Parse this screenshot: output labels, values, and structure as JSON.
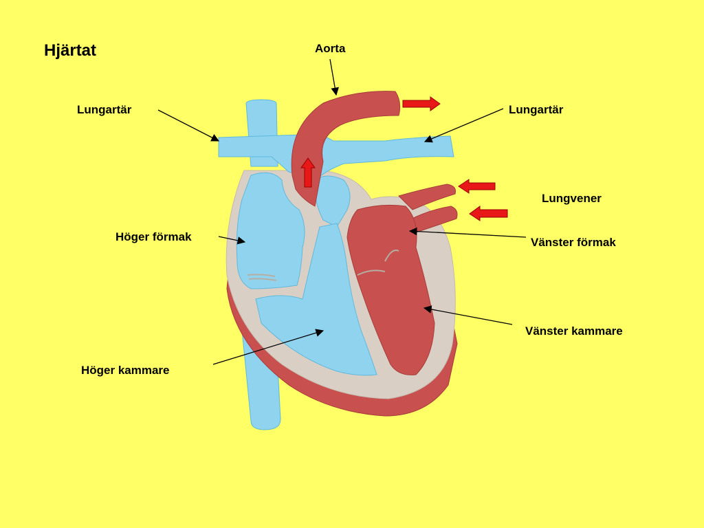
{
  "title": "Hjärtat",
  "labels": {
    "aorta": "Aorta",
    "lungartar_left": "Lungartär",
    "lungartar_right": "Lungartär",
    "lungvener": "Lungvener",
    "hoger_formak": "Höger förmak",
    "vanster_formak": "Vänster förmak",
    "hoger_kammare": "Höger kammare",
    "vanster_kammare": "Vänster kammare"
  },
  "colors": {
    "background": "#ffff66",
    "oxygen_poor_blood": "#8fd3ef",
    "oxygen_rich_blood": "#c8504e",
    "heart_wall": "#d9cfc4",
    "flow_arrow": "#e81818"
  }
}
